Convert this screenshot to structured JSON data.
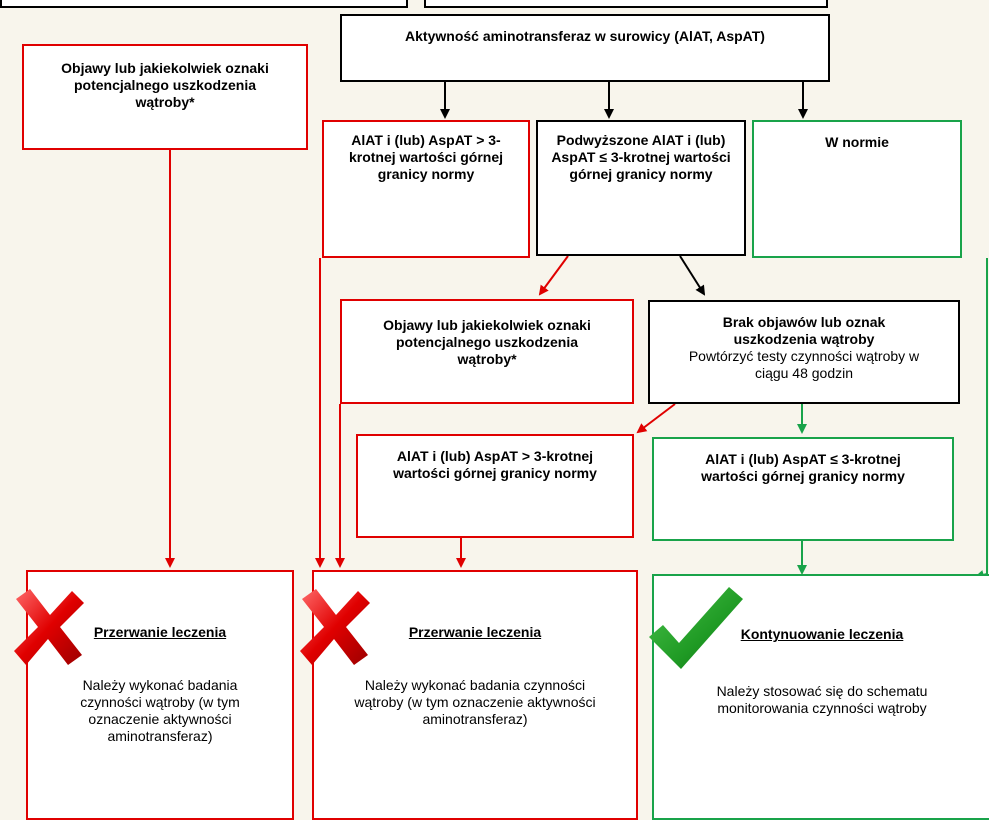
{
  "colors": {
    "red": "#e00000",
    "green": "#19a34a",
    "black": "#000000",
    "background": "#f8f5ec"
  },
  "top_box": {
    "text": "Aktywność aminotransferaz w surowicy (AlAT, AspAT)"
  },
  "left_symptoms": {
    "text": "Objawy lub jakiekolwiek oznaki potencjalnego uszkodzenia wątroby*"
  },
  "row1": {
    "high": "AlAT i (lub) AspAT > 3-krotnej wartości górnej granicy normy",
    "elevated": "Podwyższone AlAT i (lub) AspAT ≤ 3-krotnej wartości górnej granicy normy",
    "normal": "W normie"
  },
  "row2": {
    "symptoms": "Objawy lub jakiekolwiek oznaki potencjalnego uszkodzenia wątroby*",
    "no_symptoms_title": "Brak objawów lub oznak uszkodzenia wątroby",
    "no_symptoms_text": "Powtórzyć testy czynności wątroby w ciągu 48 godzin"
  },
  "row3": {
    "high": "AlAT i (lub) AspAT > 3-krotnej wartości górnej granicy normy",
    "low": "AlAT i (lub) AspAT ≤ 3-krotnej wartości górnej granicy normy"
  },
  "outcomes": {
    "stop1": {
      "title": "Przerwanie leczenia",
      "text": "Należy wykonać badania czynności wątroby (w tym oznaczenie aktywności aminotransferaz)",
      "icon": "cross-icon"
    },
    "stop2": {
      "title": "Przerwanie leczenia",
      "text": "Należy wykonać badania czynności wątroby (w tym oznaczenie aktywności aminotransferaz)",
      "icon": "cross-icon"
    },
    "continue": {
      "title": "Kontynuowanie leczenia",
      "text": "Należy stosować się do schematu monitorowania czynności wątroby",
      "icon": "check-icon"
    }
  }
}
